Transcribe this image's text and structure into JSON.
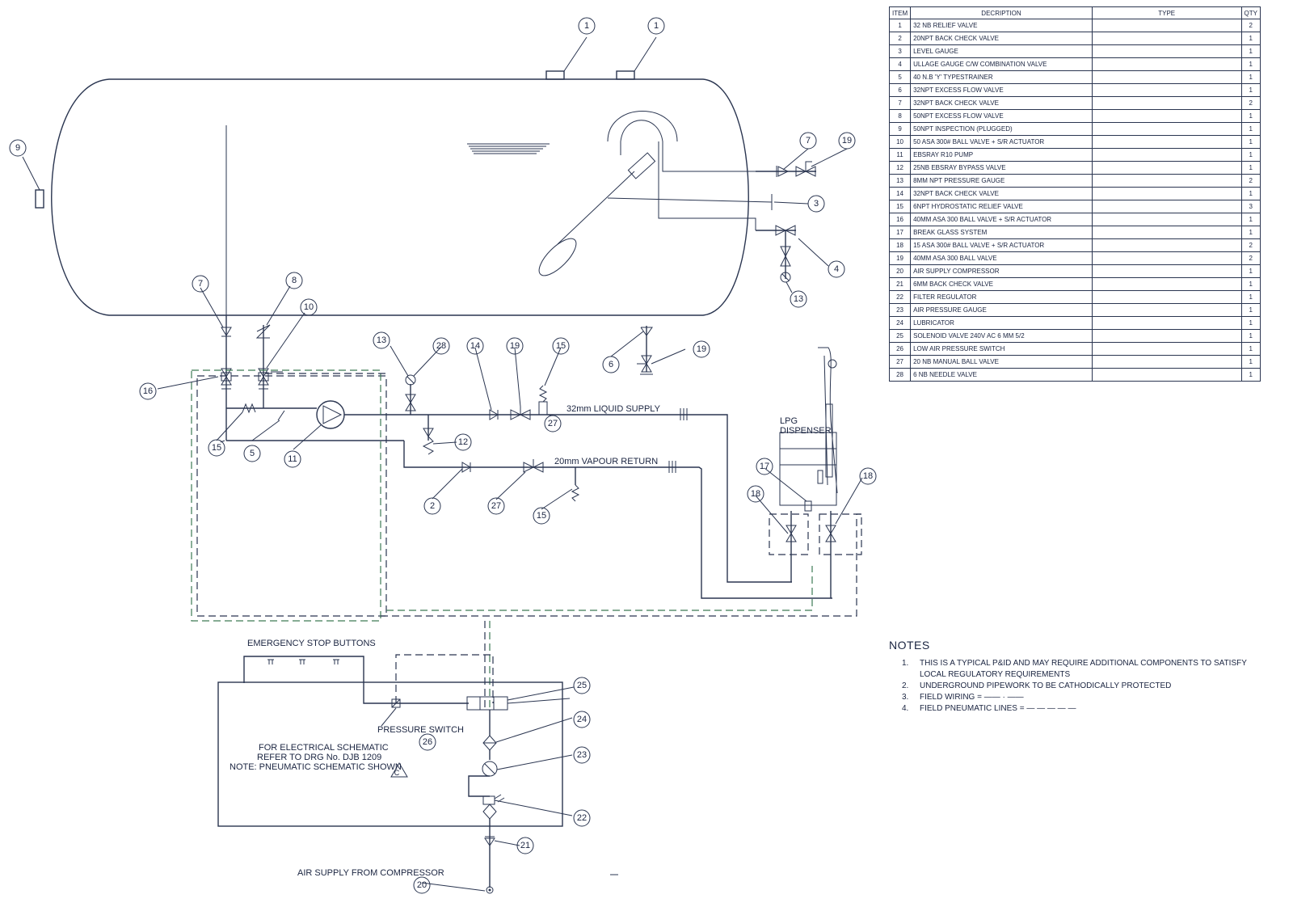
{
  "components": [
    {
      "item": "1",
      "description": "32 NB RELIEF VALVE",
      "type": "",
      "qty": "2"
    },
    {
      "item": "2",
      "description": "20NPT BACK CHECK VALVE",
      "type": "",
      "qty": "1"
    },
    {
      "item": "3",
      "description": "LEVEL GAUGE",
      "type": "",
      "qty": "1"
    },
    {
      "item": "4",
      "description": "ULLAGE GAUGE C/W COMBINATION VALVE",
      "type": "",
      "qty": "1"
    },
    {
      "item": "5",
      "description": "40 N.B 'Y' TYPESTRAINER",
      "type": "",
      "qty": "1"
    },
    {
      "item": "6",
      "description": "32NPT EXCESS FLOW VALVE",
      "type": "",
      "qty": "1"
    },
    {
      "item": "7",
      "description": "32NPT BACK CHECK VALVE",
      "type": "",
      "qty": "2"
    },
    {
      "item": "8",
      "description": "50NPT EXCESS FLOW VALVE",
      "type": "",
      "qty": "1"
    },
    {
      "item": "9",
      "description": "50NPT INSPECTION (PLUGGED)",
      "type": "",
      "qty": "1"
    },
    {
      "item": "10",
      "description": "50 ASA 300# BALL VALVE + S/R ACTUATOR",
      "type": "",
      "qty": "1"
    },
    {
      "item": "11",
      "description": "EBSRAY R10 PUMP",
      "type": "",
      "qty": "1"
    },
    {
      "item": "12",
      "description": "25NB EBSRAY BYPASS VALVE",
      "type": "",
      "qty": "1"
    },
    {
      "item": "13",
      "description": "8MM NPT PRESSURE GAUGE",
      "type": "",
      "qty": "2"
    },
    {
      "item": "14",
      "description": "32NPT BACK CHECK VALVE",
      "type": "",
      "qty": "1"
    },
    {
      "item": "15",
      "description": "6NPT HYDROSTATIC RELIEF VALVE",
      "type": "",
      "qty": "3"
    },
    {
      "item": "16",
      "description": "40MM ASA 300 BALL VALVE + S/R ACTUATOR",
      "type": "",
      "qty": "1"
    },
    {
      "item": "17",
      "description": "BREAK GLASS SYSTEM",
      "type": "",
      "qty": "1"
    },
    {
      "item": "18",
      "description": "15 ASA 300# BALL VALVE + S/R ACTUATOR",
      "type": "",
      "qty": "2"
    },
    {
      "item": "19",
      "description": "40MM ASA 300 BALL VALVE",
      "type": "",
      "qty": "2"
    },
    {
      "item": "20",
      "description": "AIR SUPPLY COMPRESSOR",
      "type": "",
      "qty": "1"
    },
    {
      "item": "21",
      "description": "6MM BACK CHECK VALVE",
      "type": "",
      "qty": "1"
    },
    {
      "item": "22",
      "description": "FILTER REGULATOR",
      "type": "",
      "qty": "1"
    },
    {
      "item": "23",
      "description": "AIR PRESSURE GAUGE",
      "type": "",
      "qty": "1"
    },
    {
      "item": "24",
      "description": "LUBRICATOR",
      "type": "",
      "qty": "1"
    },
    {
      "item": "25",
      "description": "SOLENOID VALVE 240V AC 6 MM 5/2",
      "type": "",
      "qty": "1"
    },
    {
      "item": "26",
      "description": "LOW AIR PRESSURE SWITCH",
      "type": "",
      "qty": "1"
    },
    {
      "item": "27",
      "description": "20 NB MANUAL BALL VALVE",
      "type": "",
      "qty": "1"
    },
    {
      "item": "28",
      "description": "6 NB NEEDLE VALVE",
      "type": "",
      "qty": "1"
    }
  ],
  "table": {
    "headers": {
      "item": "ITEM",
      "description": "DECRIPTION",
      "type": "TYPE",
      "qty": "QTY"
    }
  },
  "notes": {
    "heading": "NOTES",
    "items": [
      {
        "num": "1.",
        "text": "THIS IS A TYPICAL P&ID AND MAY REQUIRE ADDITIONAL COMPONENTS TO SATISFY  LOCAL REGULATORY REQUIREMENTS"
      },
      {
        "num": "2.",
        "text": "UNDERGROUND PIPEWORK TO BE CATHODICALLY PROTECTED"
      },
      {
        "num": "3.",
        "text": "FIELD WIRING          =  ——  ·  ——"
      },
      {
        "num": "4.",
        "text": "FIELD PNEUMATIC LINES =  — — — — —"
      }
    ]
  },
  "labels": {
    "liquid_supply": "32mm LIQUID SUPPLY",
    "vapour_return": "20mm VAPOUR RETURN",
    "lpg_dispenser_1": "LPG",
    "lpg_dispenser_2": "DISPENSER",
    "emergency_stop": "EMERGENCY STOP BUTTONS",
    "pressure_switch": "PRESSURE SWITCH",
    "electrical_1": "FOR ELECTRICAL SCHEMATIC",
    "electrical_2": "REFER TO DRG No. DJB 1209",
    "electrical_3": "NOTE: PNEUMATIC SCHEMATIC SHOWN",
    "revision": "C",
    "air_supply": "AIR SUPPLY FROM COMPRESSOR"
  }
}
